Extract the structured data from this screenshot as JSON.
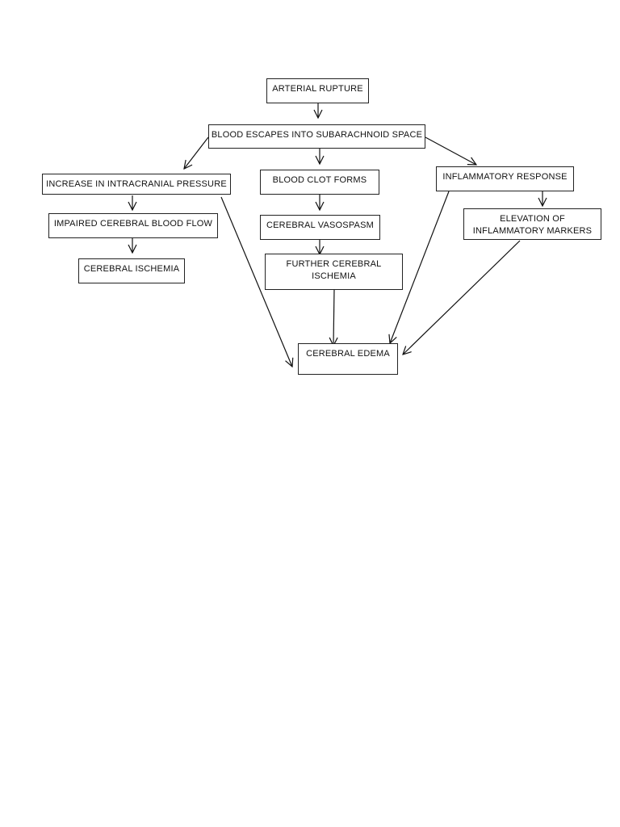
{
  "nodes": {
    "arterial_rupture": "ARTERIAL  RUPTURE",
    "blood_escapes": "BLOOD ESCAPES INTO SUBARACHNOID SPACE",
    "increase_icp": "INCREASE IN INTRACRANIAL PRESSURE",
    "blood_clot": "BLOOD CLOT FORMS",
    "inflammatory_response": "INFLAMMATORY RESPONSE",
    "impaired_flow": "IMPAIRED CEREBRAL BLOOD FLOW",
    "cerebral_vasospasm": "CEREBRAL VASOSPASM",
    "elevation_markers": "ELEVATION OF\nINFLAMMATORY MARKERS",
    "cerebral_ischemia": "CEREBRAL ISCHEMIA",
    "further_ischemia": "FURTHER CEREBRAL\nISCHEMIA",
    "cerebral_edema": "CEREBRAL EDEMA"
  },
  "colors": {
    "line": "#111111",
    "border": "#222222"
  }
}
